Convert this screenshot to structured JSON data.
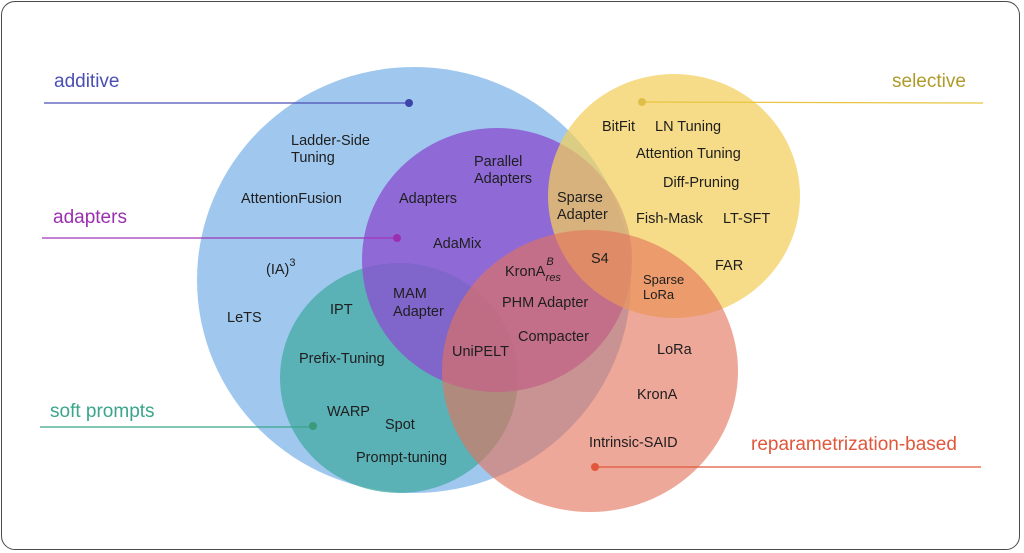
{
  "title": "PEFT methods taxonomy",
  "categories": {
    "additive": {
      "label": "additive",
      "color": "#4a4fb4",
      "fill": "#8fbeec"
    },
    "adapters": {
      "label": "adapters",
      "color": "#9a2fb0",
      "fill": "#8a4fd0"
    },
    "soft_prompts": {
      "label": "soft prompts",
      "color": "#3aa58a",
      "fill": "#3fa8a0"
    },
    "selective": {
      "label": "selective",
      "color": "#b09a2a",
      "fill": "#f4d87a"
    },
    "reparametrization": {
      "label": "reparametrization-based",
      "color": "#e0573a",
      "fill": "#e9856e"
    }
  },
  "methods": {
    "ladder_side_1": "Ladder-Side",
    "ladder_side_2": "Tuning",
    "attention_fusion": "AttentionFusion",
    "ia3": "(IA)",
    "ia3_sup": "3",
    "lets": "LeTS",
    "ipt": "IPT",
    "prefix_tuning": "Prefix-Tuning",
    "warp": "WARP",
    "spot": "Spot",
    "prompt_tuning": "Prompt-tuning",
    "parallel_adapters_1": "Parallel",
    "parallel_adapters_2": "Adapters",
    "adapters": "Adapters",
    "adamix": "AdaMix",
    "mam_adapter_1": "MAM",
    "mam_adapter_2": "Adapter",
    "unipelt": "UniPELT",
    "krona_res": "KronA",
    "krona_res_sup": "B",
    "krona_res_sub": "res",
    "phm_adapter": "PHM Adapter",
    "compacter": "Compacter",
    "sparse_adapter_1": "Sparse",
    "sparse_adapter_2": "Adapter",
    "s4": "S4",
    "bitfit": "BitFit",
    "ln_tuning": "LN Tuning",
    "attention_tuning": "Attention Tuning",
    "diff_pruning": "Diff-Pruning",
    "fish_mask": "Fish-Mask",
    "lt_sft": "LT-SFT",
    "far": "FAR",
    "sparse_lora_1": "Sparse",
    "sparse_lora_2": "LoRa",
    "lora": "LoRa",
    "krona": "KronA",
    "intrinsic_said": "Intrinsic-SAID"
  }
}
